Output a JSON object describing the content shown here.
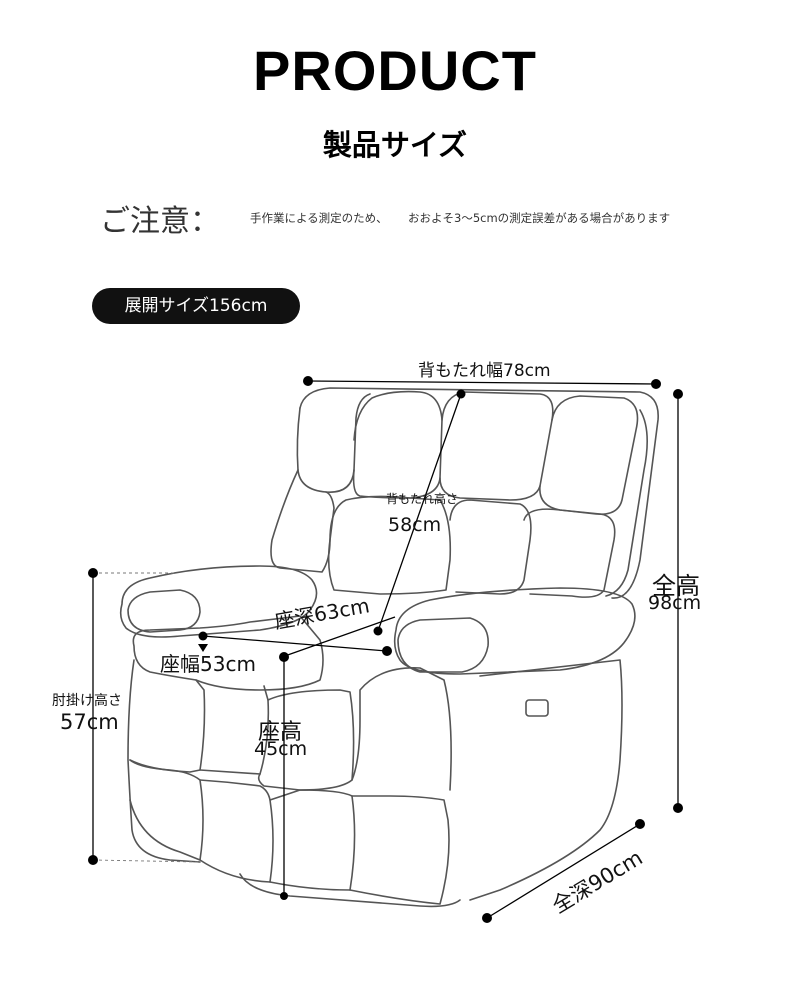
{
  "header": {
    "title": "PRODUCT",
    "subtitle": "製品サイズ"
  },
  "notice": {
    "label": "ご注意：",
    "text_1": "手作業による測定のため、",
    "text_2": "おおよそ3〜5cmの測定誤差がある場合があります"
  },
  "badge": {
    "text": "展開サイズ156cm"
  },
  "dimensions": {
    "back_width": "背もたれ幅78cm",
    "back_height_label": "背もたれ高さ",
    "back_height_value": "58cm",
    "total_height_label": "全高",
    "total_height_value": "98cm",
    "seat_depth": "座深63cm",
    "seat_width": "座幅53cm",
    "armrest_height_label": "肘掛け高さ",
    "armrest_height_value": "57cm",
    "seat_height_label": "座高",
    "seat_height_value": "45cm",
    "total_depth": "全深90cm"
  }
}
